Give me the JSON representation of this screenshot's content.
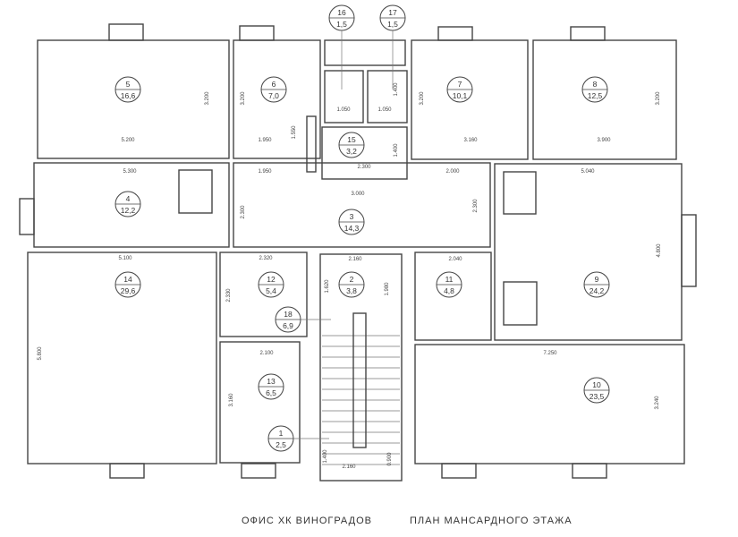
{
  "caption": {
    "left": "ОФИС ХК ВИНОГРАДОВ",
    "right": "ПЛАН МАНСАРДНОГО ЭТАЖА"
  },
  "rooms": [
    {
      "number": "1",
      "area": "2,5"
    },
    {
      "number": "2",
      "area": "3,8"
    },
    {
      "number": "3",
      "area": "14,3"
    },
    {
      "number": "4",
      "area": "12,2"
    },
    {
      "number": "5",
      "area": "16,6"
    },
    {
      "number": "6",
      "area": "7,0"
    },
    {
      "number": "7",
      "area": "10,1"
    },
    {
      "number": "8",
      "area": "12,5"
    },
    {
      "number": "9",
      "area": "24,2"
    },
    {
      "number": "10",
      "area": "23,5"
    },
    {
      "number": "11",
      "area": "4,8"
    },
    {
      "number": "12",
      "area": "5,4"
    },
    {
      "number": "13",
      "area": "6,5"
    },
    {
      "number": "14",
      "area": "29,6"
    },
    {
      "number": "15",
      "area": "3,2"
    },
    {
      "number": "16",
      "area": "1,5"
    },
    {
      "number": "17",
      "area": "1,5"
    },
    {
      "number": "18",
      "area": "6,9"
    }
  ],
  "dimensions": [
    "5.200",
    "3.200",
    "1.950",
    "3.200",
    "1.550",
    "1.050",
    "1.050",
    "1.400",
    "2.300",
    "1.400",
    "3.160",
    "3.200",
    "3.900",
    "3.200",
    "5.300",
    "1.950",
    "2.300",
    "3.000",
    "2.000",
    "2.300",
    "5.040",
    "4.800",
    "5.100",
    "5.800",
    "2.320",
    "2.330",
    "2.100",
    "3.160",
    "2.160",
    "1.620",
    "1.980",
    "1.400",
    "2.160",
    "0.900",
    "2.040",
    "7.250",
    "3.240"
  ]
}
